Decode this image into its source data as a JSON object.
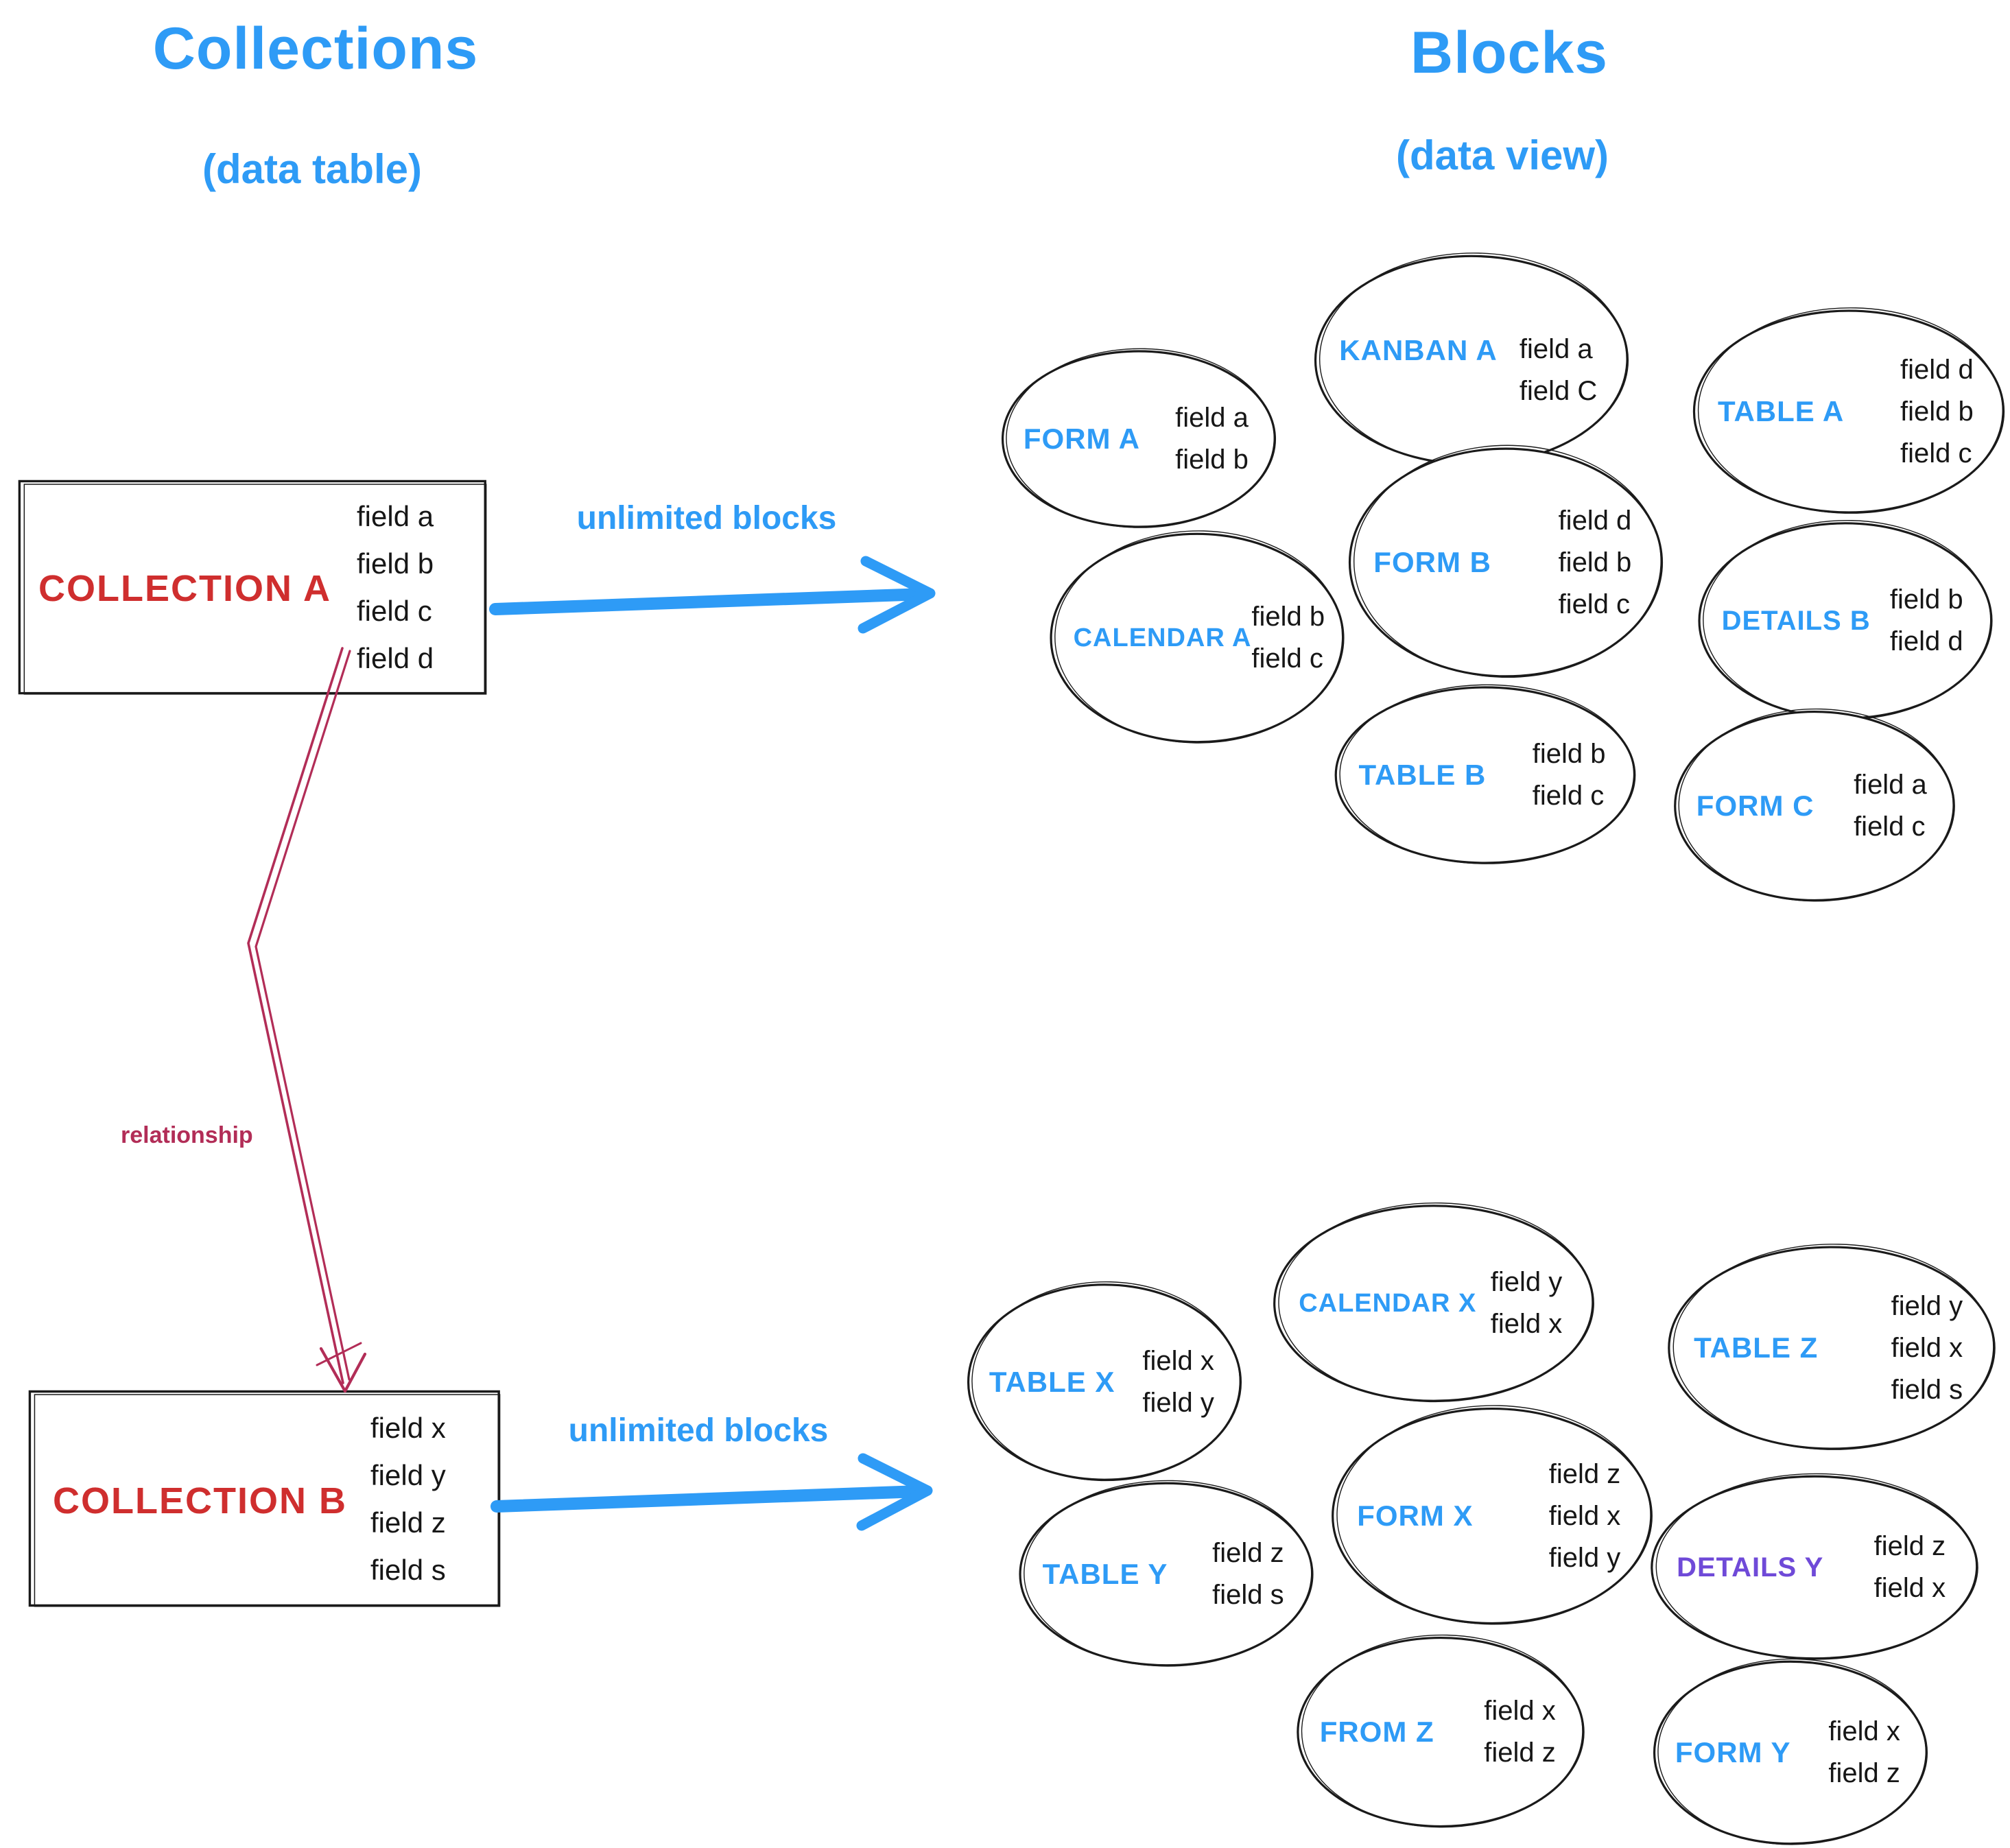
{
  "headers": {
    "left_title": "Collections",
    "left_subtitle": "(data table)",
    "right_title": "Blocks",
    "right_subtitle": "(data view)"
  },
  "arrows": {
    "unlimited_top_label": "unlimited blocks",
    "unlimited_bottom_label": "unlimited blocks",
    "relationship_label": "relationship"
  },
  "collections": [
    {
      "name": "COLLECTION A",
      "fields": [
        "field a",
        "field b",
        "field c",
        "field d"
      ]
    },
    {
      "name": "COLLECTION B",
      "fields": [
        "field x",
        "field y",
        "field z",
        "field s"
      ]
    }
  ],
  "blocks_a": [
    {
      "name": "FORM A",
      "fields": [
        "field a",
        "field b"
      ]
    },
    {
      "name": "KANBAN A",
      "fields": [
        "field a",
        "field C"
      ]
    },
    {
      "name": "TABLE A",
      "fields": [
        "field d",
        "field b",
        "field c"
      ]
    },
    {
      "name": "CALENDAR A",
      "fields": [
        "field b",
        "field c"
      ]
    },
    {
      "name": "FORM B",
      "fields": [
        "field d",
        "field b",
        "field c"
      ]
    },
    {
      "name": "DETAILS B",
      "fields": [
        "field b",
        "field d"
      ]
    },
    {
      "name": "TABLE B",
      "fields": [
        "field b",
        "field c"
      ]
    },
    {
      "name": "FORM C",
      "fields": [
        "field a",
        "field c"
      ]
    }
  ],
  "blocks_b": [
    {
      "name": "TABLE X",
      "fields": [
        "field x",
        "field y"
      ]
    },
    {
      "name": "CALENDAR X",
      "fields": [
        "field y",
        "field x"
      ]
    },
    {
      "name": "TABLE Z",
      "fields": [
        "field y",
        "field x",
        "field s"
      ]
    },
    {
      "name": "TABLE Y",
      "fields": [
        "field z",
        "field s"
      ]
    },
    {
      "name": "FORM X",
      "fields": [
        "field z",
        "field x",
        "field y"
      ]
    },
    {
      "name": "DETAILS Y",
      "fields": [
        "field z",
        "field x"
      ]
    },
    {
      "name": "FROM Z",
      "fields": [
        "field x",
        "field z"
      ]
    },
    {
      "name": "FORM Y",
      "fields": [
        "field x",
        "field z"
      ]
    }
  ],
  "colors": {
    "accent_blue": "#2e9bf6",
    "collection_red": "#cf2e2e",
    "relationship_pink": "#b22d57",
    "details_purple": "#6f4ad8",
    "stroke_black": "#1a1a1a"
  }
}
